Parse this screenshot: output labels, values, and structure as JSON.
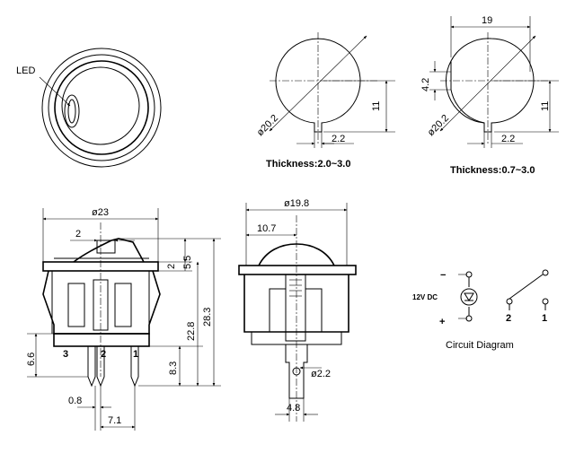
{
  "top_left": {
    "led_label": "LED"
  },
  "panel_a": {
    "diameter": "ø20.2",
    "height": "11",
    "key": "2.2",
    "caption": "Thickness:2.0~3.0"
  },
  "panel_b": {
    "width": "19",
    "flat_height": "4.2",
    "diameter": "ø20.2",
    "height": "11",
    "key": "2.2",
    "caption": "Thickness:0.7~3.0"
  },
  "side_view": {
    "overall_diameter": "ø23",
    "rocker_offset": "2",
    "cap_height": "5.5",
    "bezel_height": "2",
    "body_height": "22.8",
    "total_height": "28.3",
    "terminal_height": "8.3",
    "bottom_offset": "6.6",
    "pin_3": "3",
    "pin_2": "2",
    "pin_1": "1",
    "pin_thickness": "0.8",
    "pin_spacing": "7.1"
  },
  "front_view": {
    "diameter": "ø19.8",
    "offset": "10.7",
    "hole": "ø2.2",
    "tab_width": "4.8"
  },
  "circuit": {
    "minus": "−",
    "plus": "+",
    "voltage": "12V DC",
    "pin_2": "2",
    "pin_1": "1",
    "title": "Circuit Diagram"
  }
}
